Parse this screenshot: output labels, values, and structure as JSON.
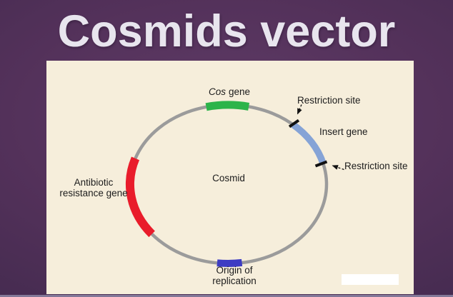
{
  "title": "Cosmids vector",
  "colors": {
    "background_outer": "#312040",
    "background_inner": "#5f3b66",
    "panel": "#f6eedb",
    "title_text": "#e8e5ee",
    "plasmid_backbone": "#9b9b9b",
    "cos_gene_arc": "#2cb44a",
    "antibiotic_resistance_arc": "#e91c2b",
    "insert_gene_arc": "#85a3d6",
    "origin_of_replication_arc": "#3d3cc3",
    "restriction_tick": "#111111",
    "label_text": "#1c1c1c",
    "watermark_box": "#ffffff",
    "bottom_strip": "#837898"
  },
  "diagram": {
    "center_label": "Cosmid",
    "cos_gene": {
      "italic": "Cos",
      "rest": "gene"
    },
    "restriction_site_top": "Restriction site",
    "insert_gene": "Insert gene",
    "restriction_site_bottom": "Restriction site",
    "antibiotic_resistance": {
      "line1": "Antibiotic",
      "line2": "resistance gene"
    },
    "origin_of_replication": {
      "line1": "Origin of",
      "line2": "replication"
    }
  }
}
